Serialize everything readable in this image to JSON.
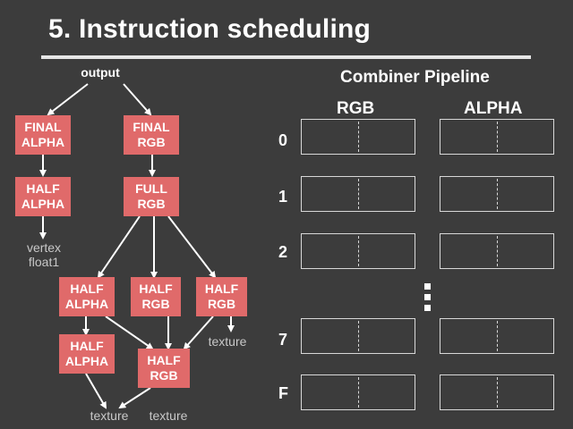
{
  "slide": {
    "title": "5. Instruction scheduling"
  },
  "tree": {
    "output_label": "output",
    "nodes": {
      "final_alpha": [
        "FINAL",
        "ALPHA"
      ],
      "final_rgb": [
        "FINAL",
        "RGB"
      ],
      "half_alpha_top": [
        "HALF",
        "ALPHA"
      ],
      "full_rgb": [
        "FULL",
        "RGB"
      ],
      "half_alpha_mid": [
        "HALF",
        "ALPHA"
      ],
      "half_rgb_mid": [
        "HALF",
        "RGB"
      ],
      "half_rgb_right": [
        "HALF",
        "RGB"
      ],
      "half_alpha_low": [
        "HALF",
        "ALPHA"
      ],
      "half_rgb_low": [
        "HALF",
        "RGB"
      ]
    },
    "leaf_labels": {
      "vertex_line1": "vertex",
      "vertex_line2": "float1",
      "texture_right": "texture",
      "texture_left": "texture",
      "texture_center": "texture"
    }
  },
  "pipeline": {
    "title": "Combiner Pipeline",
    "columns": [
      "RGB",
      "ALPHA"
    ],
    "stages": [
      "0",
      "1",
      "2",
      "7",
      "F"
    ]
  },
  "colors": {
    "background": "#3c3c3c",
    "node_fill": "#e06a6a",
    "text": "#ffffff",
    "muted_text": "#c8c8c8"
  }
}
